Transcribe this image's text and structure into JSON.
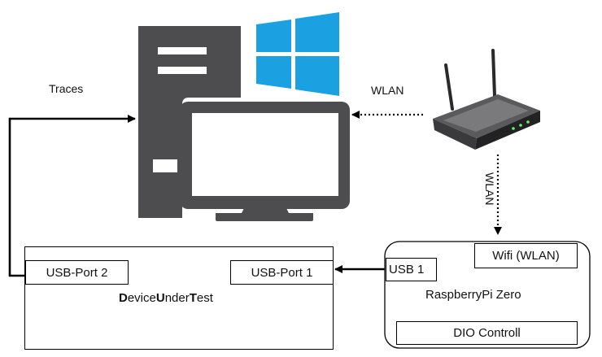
{
  "labels": {
    "traces": "Traces",
    "wlan_horizontal": "WLAN",
    "wlan_vertical": "WLAN"
  },
  "dut": {
    "port2": "USB-Port 2",
    "port1": "USB-Port 1",
    "title_parts": [
      {
        "text": "D",
        "bold": true
      },
      {
        "text": "evice",
        "bold": false
      },
      {
        "text": "U",
        "bold": true
      },
      {
        "text": "nder",
        "bold": false
      },
      {
        "text": "T",
        "bold": true
      },
      {
        "text": "est",
        "bold": false
      }
    ]
  },
  "rpi": {
    "usb": "USB 1",
    "wifi": "Wifi (WLAN)",
    "title": "RaspberryPi Zero",
    "dio": "DIO Controll"
  },
  "icons": {
    "pc": "desktop-computer-icon",
    "os": "windows-logo-icon",
    "router": "wlan-router-icon"
  },
  "colors": {
    "pc_gray": "#4d4d4f",
    "windows_blue": "#1ba1e2",
    "line": "#000000"
  }
}
